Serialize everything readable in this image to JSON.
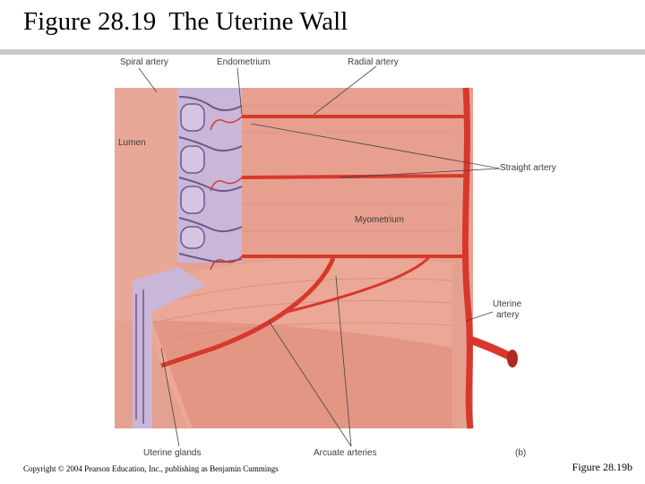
{
  "title": "Figure 28.19  The Uterine Wall",
  "labels": {
    "spiral_artery": "Spiral artery",
    "endometrium": "Endometrium",
    "radial_artery": "Radial artery",
    "lumen": "Lumen",
    "straight_artery": "Straight artery",
    "myometrium": "Myometrium",
    "uterine_artery_line1": "Uterine",
    "uterine_artery_line2": "artery",
    "uterine_glands": "Uterine glands",
    "arcuate_arteries": "Arcuate arteries",
    "panel": "(b)"
  },
  "footer": {
    "copyright": "Copyright © 2004 Pearson Education, Inc., publishing as Benjamin Cummings",
    "figure_ref": "Figure 28.19b"
  },
  "colors": {
    "tissue": "#e89888",
    "tissue_dark": "#d9776a",
    "endometrium": "#c7b3d6",
    "artery": "#d8382c",
    "background": "#ffffff"
  }
}
